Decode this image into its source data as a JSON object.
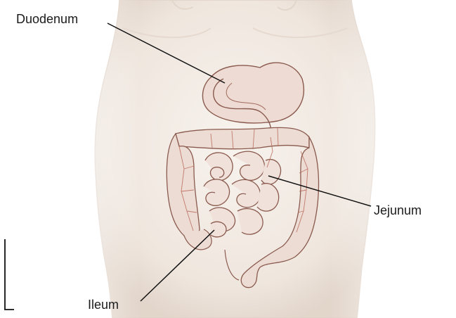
{
  "labels": {
    "duodenum": "Duodenum",
    "jejunum": "Jejunum",
    "ileum": "Ileum"
  },
  "colors": {
    "skin": "#f3ece6",
    "skin_shadow": "#e3d6cc",
    "organ_fill": "#efe0da",
    "organ_outline": "#8a5a4e",
    "vessel": "#b9695a",
    "leader_line": "#111111",
    "text": "#1a1a1a"
  }
}
